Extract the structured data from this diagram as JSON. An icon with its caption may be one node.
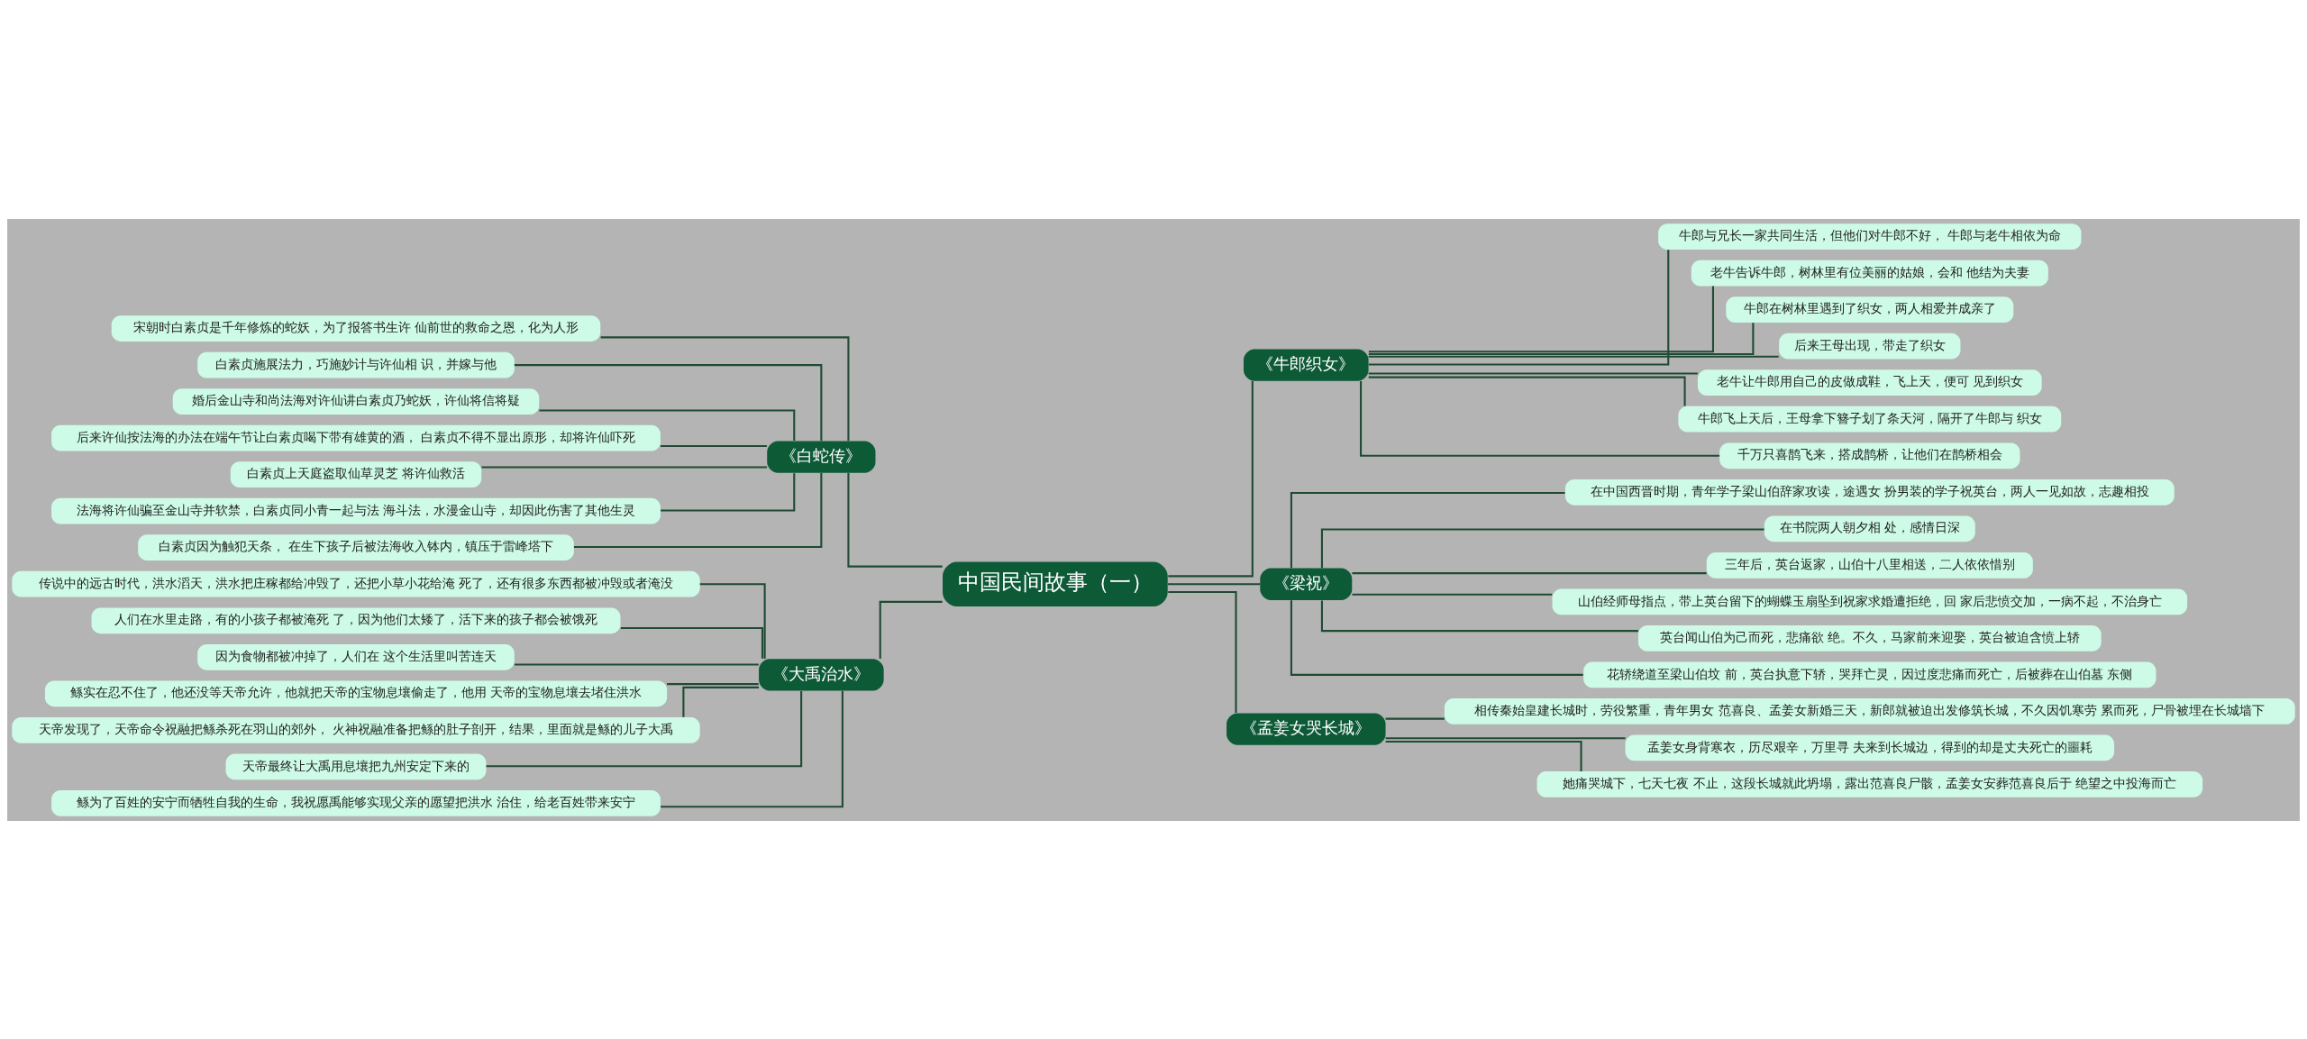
{
  "diagram": {
    "nodes": [
      {
        "text": [
          "中国民间故事（一）"
        ]
      },
      {
        "text": [
          "《白蛇传》"
        ]
      },
      {
        "text": [
          "宋朝时白素贞是千年修炼的蛇妖，为了报答书生许 仙前世的救命之恩，化为人形"
        ]
      },
      {
        "text": [
          "白素贞施展法力，巧施妙计与许仙相 识，并嫁与他"
        ]
      },
      {
        "text": [
          "婚后金山寺和尚法海对许仙讲白素贞乃蛇妖，许仙将信将疑"
        ]
      },
      {
        "text": [
          "后来许仙按法海的办法在端午节让白素贞喝下带有雄黄的酒， 白素贞不得不显出原形，却将许仙吓死"
        ]
      },
      {
        "text": [
          "白素贞上天庭盗取仙草灵芝 将许仙救活"
        ]
      },
      {
        "text": [
          "法海将许仙骗至金山寺并软禁，白素贞同小青一起与法 海斗法，水漫金山寺，却因此伤害了其他生灵"
        ]
      },
      {
        "text": [
          "白素贞因为触犯天条， 在生下孩子后被法海收入钵内，镇压于雷峰塔下"
        ]
      },
      {
        "text": [
          "《大禹治水》"
        ]
      },
      {
        "text": [
          "传说中的远古时代，洪水滔天，洪水把庄稼都给冲毁了，还把小草小花给淹 死了，还有很多东西都被冲毁或者淹没"
        ]
      },
      {
        "text": [
          "人们在水里走路，有的小孩子都被淹死 了，因为他们太矮了，活下来的孩子都会被饿死"
        ]
      },
      {
        "text": [
          "因为食物都被冲掉了，人们在 这个生活里叫苦连天"
        ]
      },
      {
        "text": [
          "鲧实在忍不住了，他还没等天帝允许，他就把天帝的宝物息壤偷走了，他用 天帝的宝物息壤去堵住洪水"
        ]
      },
      {
        "text": [
          "天帝发现了，天帝命令祝融把鲧杀死在羽山的郊外， 火神祝融准备把鲧的肚子剖开，结果，里面就是鲧的儿子大禹"
        ]
      },
      {
        "text": [
          "天帝最终让大禹用息壤把九州安定下来的"
        ]
      },
      {
        "text": [
          "鲧为了百姓的安宁而牺牲自我的生命，我祝愿禹能够实现父亲的愿望把洪水 治住，给老百姓带来安宁"
        ]
      },
      {
        "text": [
          "《牛郎织女》"
        ]
      },
      {
        "text": [
          "牛郎与兄长一家共同生活，但他们对牛郎不好， 牛郎与老牛相依为命"
        ]
      },
      {
        "text": [
          "老牛告诉牛郎，树林里有位美丽的姑娘，会和 他结为夫妻"
        ]
      },
      {
        "text": [
          "牛郎在树林里遇到了织女，两人相爱并成亲了"
        ]
      },
      {
        "text": [
          "后来王母出现，带走了织女"
        ]
      },
      {
        "text": [
          "老牛让牛郎用自己的皮做成鞋，飞上天，便可 见到织女"
        ]
      },
      {
        "text": [
          "牛郎飞上天后，王母拿下簪子划了条天河，隔开了牛郎与 织女"
        ]
      },
      {
        "text": [
          "千万只喜鹊飞来，搭成鹊桥，让他们在鹊桥相会"
        ]
      },
      {
        "text": [
          "《梁祝》"
        ]
      },
      {
        "text": [
          "在中国西晋时期，青年学子梁山伯辞家攻读，途遇女 扮男装的学子祝英台，两人一见如故，志趣相投"
        ]
      },
      {
        "text": [
          "在书院两人朝夕相 处，感情日深"
        ]
      },
      {
        "text": [
          "三年后，英台返家，山伯十八里相送，二人依依惜别"
        ]
      },
      {
        "text": [
          "山伯经师母指点，带上英台留下的蝴蝶玉扇坠到祝家求婚遭拒绝，回 家后悲愤交加，一病不起，不治身亡"
        ]
      },
      {
        "text": [
          "英台闻山伯为己而死，悲痛欲 绝。不久，马家前来迎娶，英台被迫含愤上轿"
        ]
      },
      {
        "text": [
          "花轿绕道至梁山伯坟 前，英台执意下轿，哭拜亡灵，因过度悲痛而死亡，后被葬在山伯墓 东侧"
        ]
      },
      {
        "text": [
          "《孟姜女哭长城》"
        ]
      },
      {
        "text": [
          "相传秦始皇建长城时，劳役繁重，青年男女 范喜良、孟姜女新婚三天，新郎就被迫出发修筑长城，不久因饥寒劳 累而死，尸骨被埋在长城墙下"
        ]
      },
      {
        "text": [
          "孟姜女身背寒衣，历尽艰辛，万里寻 夫来到长城边，得到的却是丈夫死亡的噩耗"
        ]
      },
      {
        "text": [
          "她痛哭城下，七天七夜 不止，这段长城就此坍塌，露出范喜良尸骸，孟姜女安葬范喜良后于 绝望之中投海而亡"
        ]
      }
    ],
    "edges": [
      {
        "from": 0,
        "to": 1,
        "arrow": "none"
      },
      {
        "from": 1,
        "to": 2,
        "arrow": "none"
      },
      {
        "from": 1,
        "to": 3,
        "arrow": "none"
      },
      {
        "from": 1,
        "to": 4,
        "arrow": "none"
      },
      {
        "from": 1,
        "to": 5,
        "arrow": "none"
      },
      {
        "from": 1,
        "to": 6,
        "arrow": "none"
      },
      {
        "from": 1,
        "to": 7,
        "arrow": "none"
      },
      {
        "from": 1,
        "to": 8,
        "arrow": "none"
      },
      {
        "from": 0,
        "to": 9,
        "arrow": "none"
      },
      {
        "from": 9,
        "to": 10,
        "arrow": "none"
      },
      {
        "from": 9,
        "to": 11,
        "arrow": "none"
      },
      {
        "from": 9,
        "to": 12,
        "arrow": "none"
      },
      {
        "from": 9,
        "to": 13,
        "arrow": "none"
      },
      {
        "from": 9,
        "to": 14,
        "arrow": "none"
      },
      {
        "from": 9,
        "to": 15,
        "arrow": "none"
      },
      {
        "from": 9,
        "to": 16,
        "arrow": "none"
      },
      {
        "from": 0,
        "to": 17,
        "arrow": "none"
      },
      {
        "from": 17,
        "to": 18,
        "arrow": "none"
      },
      {
        "from": 17,
        "to": 19,
        "arrow": "none"
      },
      {
        "from": 17,
        "to": 20,
        "arrow": "none"
      },
      {
        "from": 17,
        "to": 21,
        "arrow": "none"
      },
      {
        "from": 17,
        "to": 22,
        "arrow": "none"
      },
      {
        "from": 17,
        "to": 23,
        "arrow": "none"
      },
      {
        "from": 17,
        "to": 24,
        "arrow": "none"
      },
      {
        "from": 0,
        "to": 25,
        "arrow": "none"
      },
      {
        "from": 25,
        "to": 26,
        "arrow": "none"
      },
      {
        "from": 25,
        "to": 27,
        "arrow": "none"
      },
      {
        "from": 25,
        "to": 28,
        "arrow": "none"
      },
      {
        "from": 25,
        "to": 29,
        "arrow": "none"
      },
      {
        "from": 25,
        "to": 30,
        "arrow": "none"
      },
      {
        "from": 25,
        "to": 31,
        "arrow": "none"
      },
      {
        "from": 0,
        "to": 32,
        "arrow": "none"
      },
      {
        "from": 32,
        "to": 33,
        "arrow": "none"
      },
      {
        "from": 32,
        "to": 34,
        "arrow": "none"
      },
      {
        "from": 32,
        "to": 35,
        "arrow": "none"
      }
    ]
  }
}
